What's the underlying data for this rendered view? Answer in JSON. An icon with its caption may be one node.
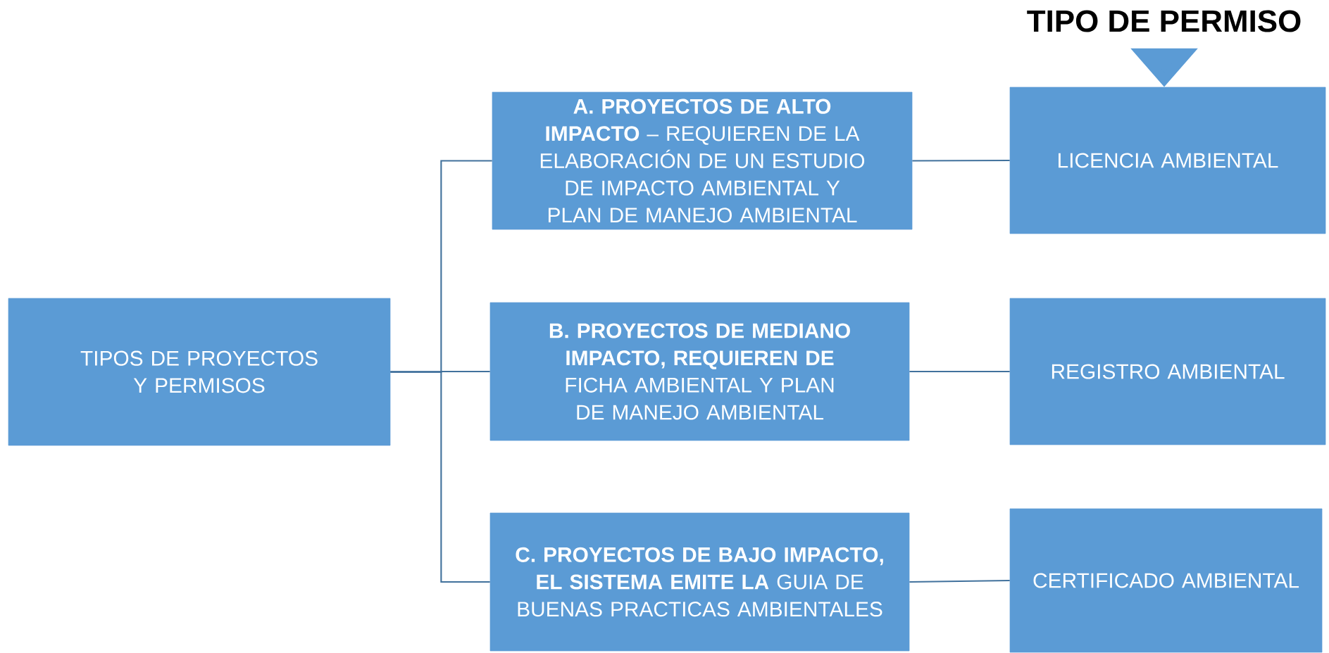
{
  "diagram": {
    "title": "TIPO DE PERMISO",
    "nodes": [
      {
        "text": [
          "TIPOS DE PROYECTOS Y PERMISOS"
        ]
      },
      {
        "text": [
          "**A. PROYECTOS DE ALTO IMPACTO** – REQUIEREN DE LA ELABORACIÓN DE UN ESTUDIO DE IMPACTO AMBIENTAL Y PLAN DE MANEJO AMBIENTAL"
        ]
      },
      {
        "text": [
          "**B. PROYECTOS DE MEDIANO IMPACTO, REQUIEREN DE** FICHA AMBIENTAL Y PLAN DE MANEJO AMBIENTAL"
        ]
      },
      {
        "text": [
          "**C. PROYECTOS DE BAJO IMPACTO, EL SISTEMA EMITE LA** GUIA DE BUENAS PRACTICAS AMBIENTALES"
        ]
      },
      {
        "text": [
          "LICENCIA AMBIENTAL"
        ]
      },
      {
        "text": [
          "REGISTRO AMBIENTAL"
        ]
      },
      {
        "text": [
          "CERTIFICADO AMBIENTAL"
        ]
      }
    ],
    "edges": [
      {
        "from": 0,
        "to": 1,
        "arrow": "none"
      },
      {
        "from": 0,
        "to": 2,
        "arrow": "none"
      },
      {
        "from": 0,
        "to": 3,
        "arrow": "none"
      },
      {
        "from": 1,
        "to": 4,
        "arrow": "none"
      },
      {
        "from": 2,
        "to": 5,
        "arrow": "none"
      },
      {
        "from": 3,
        "to": 6,
        "arrow": "none"
      },
      {
        "from": null,
        "to": 4,
        "arrow": "to"
      }
    ]
  }
}
